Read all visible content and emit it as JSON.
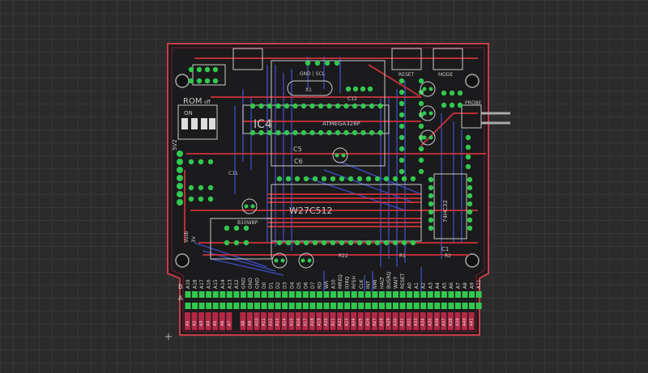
{
  "board": {
    "chip_ic4": "IC4",
    "chip_mcu": "ATMEGA328P",
    "chip_eprom": "W27C512",
    "chip_logic": "74HC32",
    "rom_label": "ROM",
    "rom_off": "off",
    "rom_on": "ON",
    "cap_c5": "C5",
    "cap_c6": "C6",
    "cap_c11": "C11",
    "cap_c12": "C12",
    "cap_c1": "C1",
    "crystal": "X1",
    "res_r22": "R22",
    "res_r1": "R1",
    "res_r2": "R2",
    "header_isp": "GND | SCL",
    "btn_reset": "RESET",
    "btn_mode": "MODE",
    "probe": "PROBE",
    "vreg": "5V2",
    "lbl_b10": "B10WBP",
    "lbl_vusb": "Vusb",
    "lbl_3v": "3V"
  },
  "edge_rows": {
    "b_label": "B",
    "a_label": "A",
    "top_labels": [
      "A19",
      "A18",
      "A17",
      "A16",
      "A15",
      "A14",
      "A13",
      "A12",
      "GND",
      "GND",
      "GND",
      "D0",
      "D1",
      "D2",
      "D3",
      "D4",
      "D5",
      "D6",
      "D7",
      "RD",
      "WR",
      "A10",
      "MREQ",
      "IORQ",
      "RFSH",
      "CLK",
      "INT",
      "NMI",
      "HALT",
      "BUSRQ",
      "WAIT",
      "RESET",
      "A0",
      "A1",
      "A2",
      "A3",
      "A4",
      "A5",
      "A6",
      "A7",
      "A8",
      "A9",
      "A11"
    ],
    "bottom_labels": [
      "A1",
      "A2",
      "A3",
      "A4",
      "A5",
      "A6",
      "A7",
      "A8",
      "A9",
      "A10",
      "A11",
      "A12",
      "A13",
      "A14",
      "A15",
      "A16",
      "A17",
      "A18",
      "A19",
      "A20",
      "A21",
      "A22",
      "A23",
      "A24",
      "A25",
      "A26",
      "A27",
      "A28",
      "A29",
      "A30",
      "A31",
      "A32",
      "A33",
      "A34",
      "A35",
      "A36",
      "A37",
      "A38",
      "A39",
      "A40",
      "A41"
    ]
  },
  "colors": {
    "background": "#2b2b2b",
    "board_outline": "#c83c4a",
    "top_copper": "#c8323c",
    "bottom_copper": "#3c50c8",
    "pad": "#32c850",
    "silkscreen": "#c8c8c8",
    "finger": "#b42846"
  }
}
